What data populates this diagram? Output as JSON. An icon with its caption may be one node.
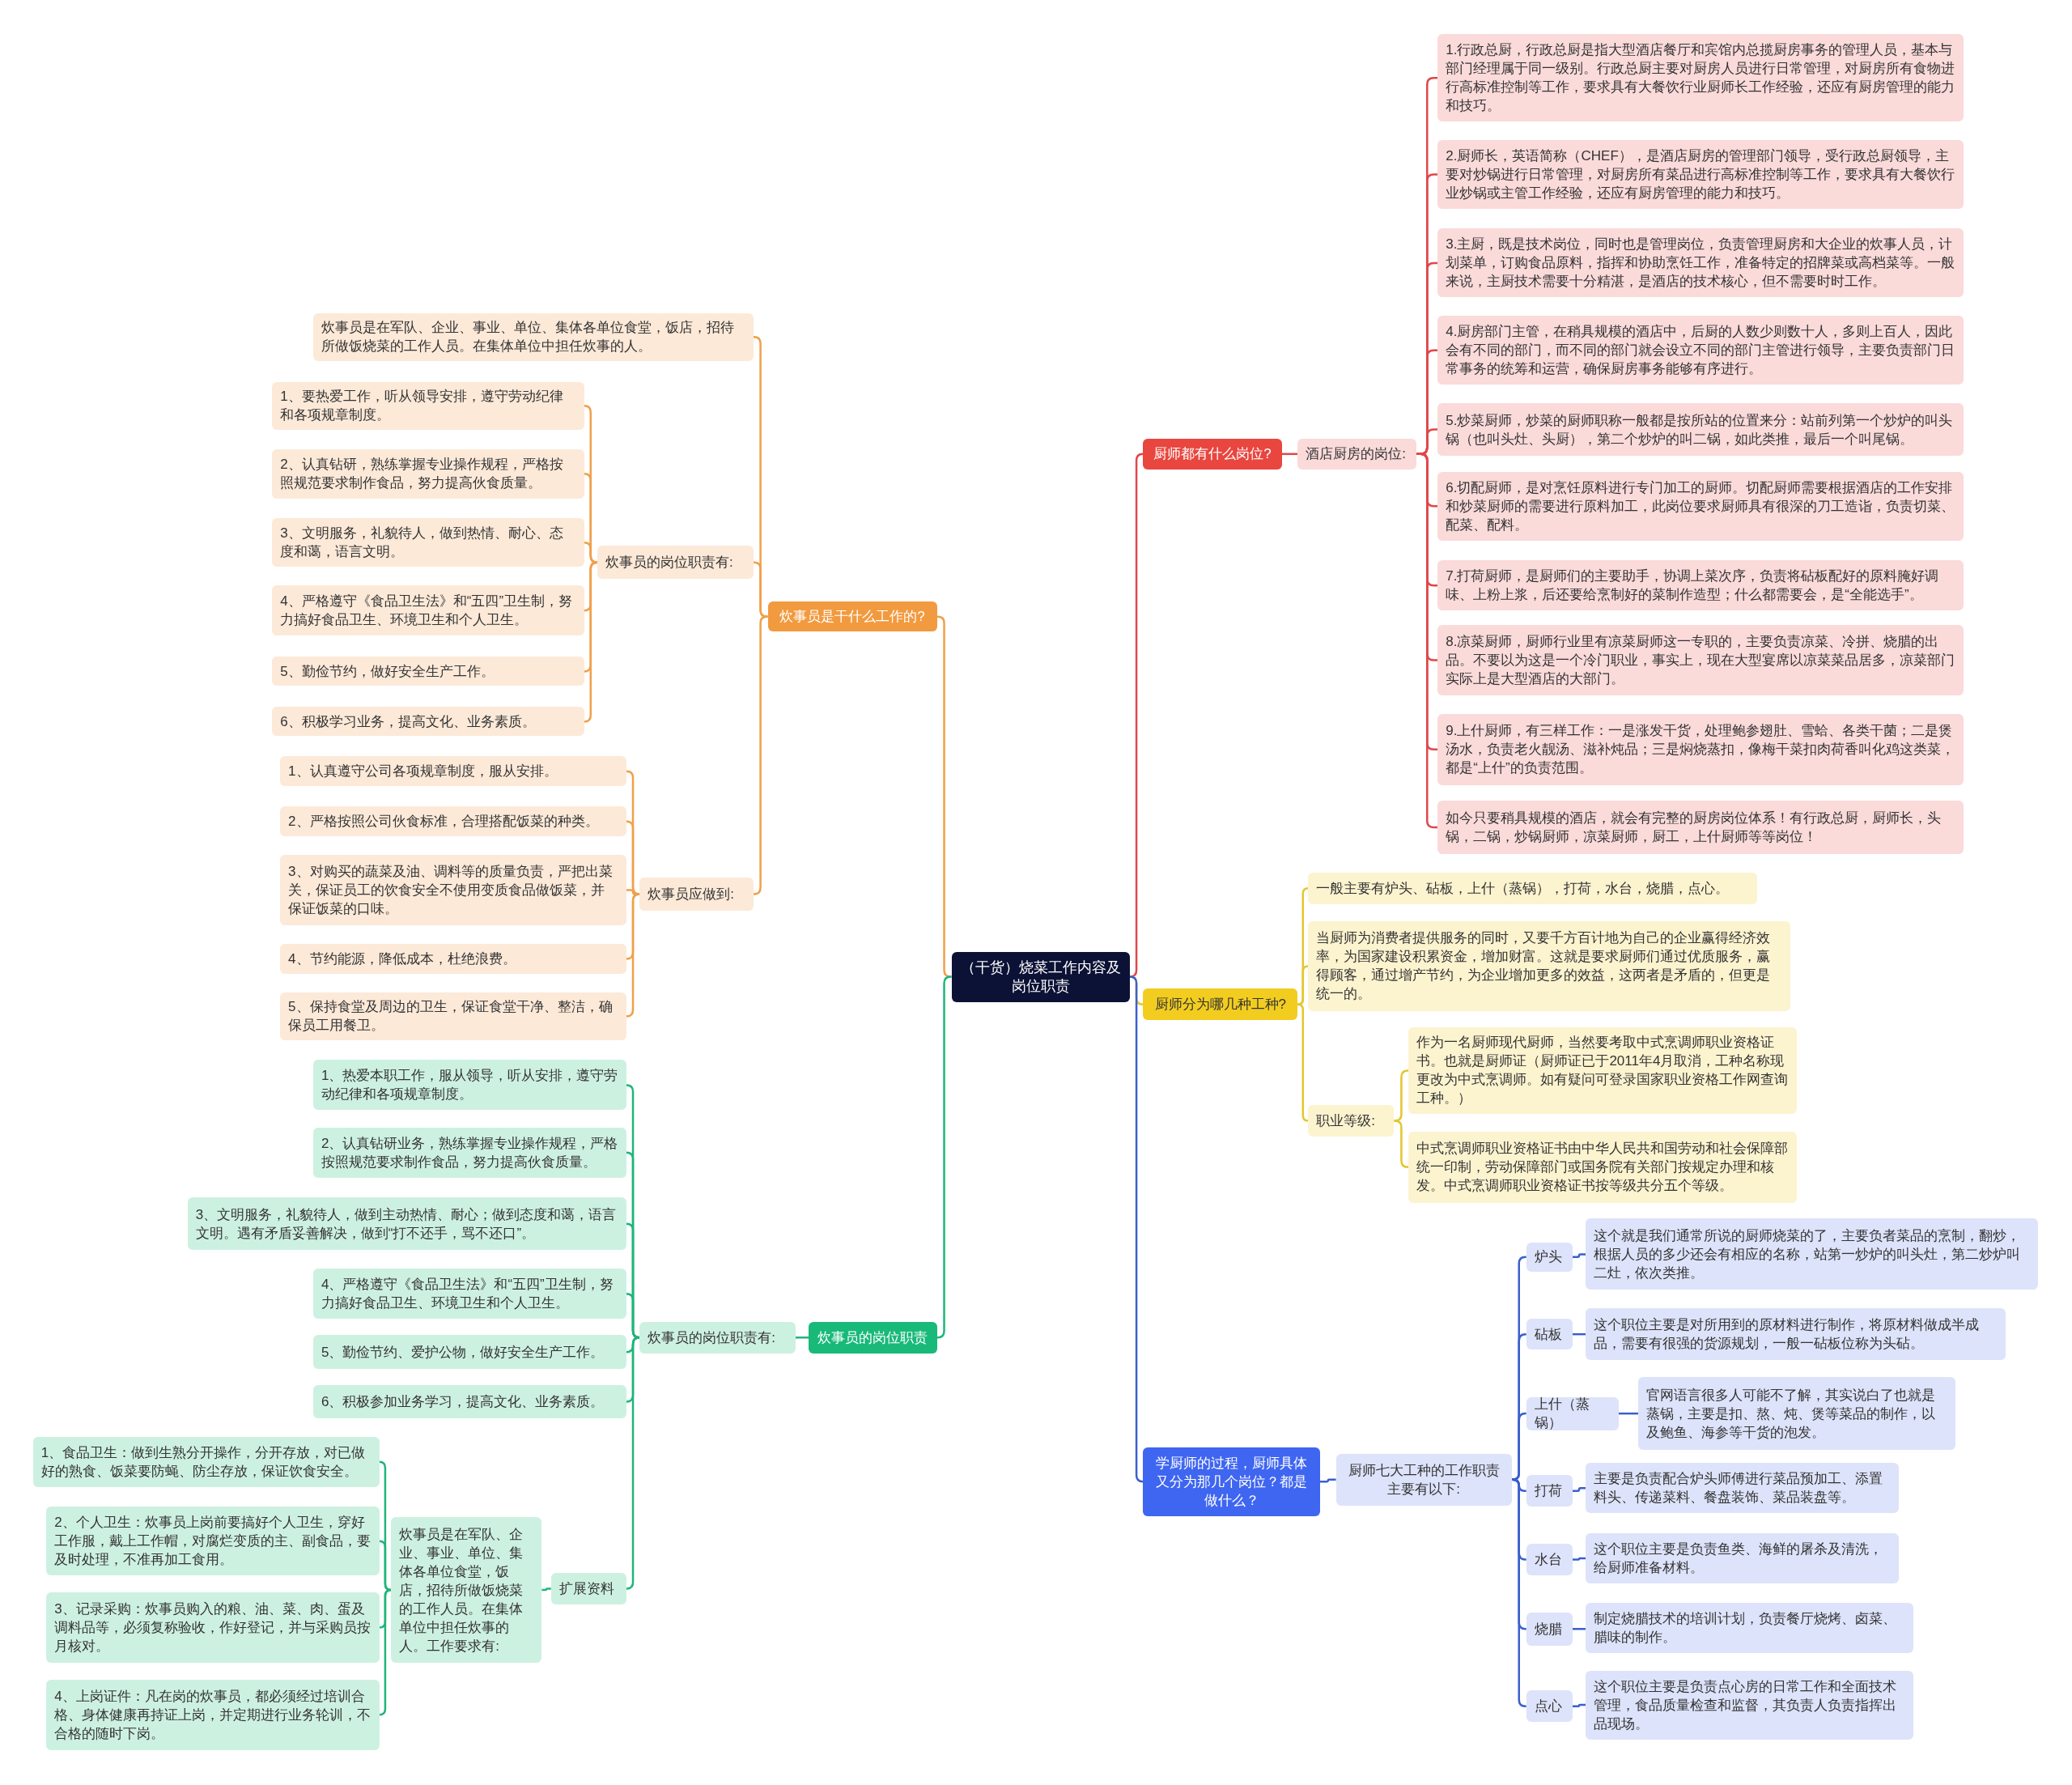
{
  "diagram": {
    "nodes": [
      {
        "text": [
          "（干货）烧菜工作内容及岗位职责"
        ]
      },
      {
        "text": [
          "炊事员是干什么工作的?"
        ]
      },
      {
        "text": [
          "炊事员是在军队、企业、事业、单位、集体各单位食堂，饭店，招待所做饭烧菜的工作人员。在集体单位中担任炊事的人。"
        ]
      },
      {
        "text": [
          "炊事员的岗位职责有:"
        ]
      },
      {
        "text": [
          "1、要热爱工作，听从领导安排，遵守劳动纪律和各项规章制度。"
        ]
      },
      {
        "text": [
          "2、认真钻研，熟练掌握专业操作规程，严格按照规范要求制作食品，努力提高伙食质量。"
        ]
      },
      {
        "text": [
          "3、文明服务，礼貌待人，做到热情、耐心、态度和蔼，语言文明。"
        ]
      },
      {
        "text": [
          "4、严格遵守《食品卫生法》和“五四”卫生制，努力搞好食品卫生、环境卫生和个人卫生。"
        ]
      },
      {
        "text": [
          "5、勤俭节约，做好安全生产工作。"
        ]
      },
      {
        "text": [
          "6、积极学习业务，提高文化、业务素质。"
        ]
      },
      {
        "text": [
          "炊事员应做到:"
        ]
      },
      {
        "text": [
          "1、认真遵守公司各项规章制度，服从安排。"
        ]
      },
      {
        "text": [
          "2、严格按照公司伙食标准，合理搭配饭菜的种类。"
        ]
      },
      {
        "text": [
          "3、对购买的蔬菜及油、调料等的质量负责，严把出菜关，保证员工的饮食安全不使用变质食品做饭菜，并保证饭菜的口味。"
        ]
      },
      {
        "text": [
          "4、节约能源，降低成本，杜绝浪费。"
        ]
      },
      {
        "text": [
          "5、保持食堂及周边的卫生，保证食堂干净、整洁，确保员工用餐卫。"
        ]
      },
      {
        "text": [
          "炊事员的岗位职责"
        ]
      },
      {
        "text": [
          "炊事员的岗位职责有:"
        ]
      },
      {
        "text": [
          "1、热爱本职工作，服从领导，听从安排，遵守劳动纪律和各项规章制度。"
        ]
      },
      {
        "text": [
          "2、认真钻研业务，熟练掌握专业操作规程，严格按照规范要求制作食品，努力提高伙食质量。"
        ]
      },
      {
        "text": [
          "3、文明服务，礼貌待人，做到主动热情、耐心；做到态度和蔼，语言文明。遇有矛盾妥善解决，做到“打不还手，骂不还口”。"
        ]
      },
      {
        "text": [
          "4、严格遵守《食品卫生法》和“五四”卫生制，努力搞好食品卫生、环境卫生和个人卫生。"
        ]
      },
      {
        "text": [
          "5、勤俭节约、爱护公物，做好安全生产工作。"
        ]
      },
      {
        "text": [
          "6、积极参加业务学习，提高文化、业务素质。"
        ]
      },
      {
        "text": [
          "扩展资料"
        ]
      },
      {
        "text": [
          "炊事员是在军队、企业、事业、单位、集体各单位食堂，饭店，招待所做饭烧菜的工作人员。在集体单位中担任炊事的人。工作要求有:"
        ]
      },
      {
        "text": [
          "1、食品卫生：做到生熟分开操作，分开存放，对已做好的熟食、饭菜要防蝇、防尘存放，保证饮食安全。"
        ]
      },
      {
        "text": [
          "2、个人卫生：炊事员上岗前要搞好个人卫生，穿好工作服，戴上工作帽，对腐烂变质的主、副食品，要及时处理，不准再加工食用。"
        ]
      },
      {
        "text": [
          "3、记录采购：炊事员购入的粮、油、菜、肉、蛋及调料品等，必须复称验收，作好登记，并与采购员按月核对。"
        ]
      },
      {
        "text": [
          "4、上岗证件：凡在岗的炊事员，都必须经过培训合格、身体健康再持证上岗，并定期进行业务轮训，不合格的随时下岗。"
        ]
      },
      {
        "text": [
          "厨师都有什么岗位?"
        ]
      },
      {
        "text": [
          "酒店厨房的岗位:"
        ]
      },
      {
        "text": [
          "1.行政总厨，行政总厨是指大型酒店餐厅和宾馆内总揽厨房事务的管理人员，基本与部门经理属于同一级别。行政总厨主要对厨房人员进行日常管理，对厨房所有食物进行高标准控制等工作，要求具有大餐饮行业厨师长工作经验，还应有厨房管理的能力和技巧。"
        ]
      },
      {
        "text": [
          "2.厨师长，英语简称（CHEF），是酒店厨房的管理部门领导，受行政总厨领导，主要对炒锅进行日常管理，对厨房所有菜品进行高标准控制等工作，要求具有大餐饮行业炒锅或主管工作经验，还应有厨房管理的能力和技巧。"
        ]
      },
      {
        "text": [
          "3.主厨，既是技术岗位，同时也是管理岗位，负责管理厨房和大企业的炊事人员，计划菜单，订购食品原料，指挥和协助烹饪工作，准备特定的招牌菜或高档菜等。一般来说，主厨技术需要十分精湛，是酒店的技术核心，但不需要时时工作。"
        ]
      },
      {
        "text": [
          "4.厨房部门主管，在稍具规模的酒店中，后厨的人数少则数十人，多则上百人，因此会有不同的部门，而不同的部门就会设立不同的部门主管进行领导，主要负责部门日常事务的统筹和运营，确保厨房事务能够有序进行。"
        ]
      },
      {
        "text": [
          "5.炒菜厨师，炒菜的厨师职称一般都是按所站的位置来分：站前列第一个炒炉的叫头锅（也叫头灶、头厨），第二个炒炉的叫二锅，如此类推，最后一个叫尾锅。"
        ]
      },
      {
        "text": [
          "6.切配厨师，是对烹饪原料进行专门加工的厨师。切配厨师需要根据酒店的工作安排和炒菜厨师的需要进行原料加工，此岗位要求厨师具有很深的刀工造诣，负责切菜、配菜、配料。"
        ]
      },
      {
        "text": [
          "7.打荷厨师，是厨师们的主要助手，协调上菜次序，负责将砧板配好的原料腌好调味、上粉上浆，后还要给烹制好的菜制作造型；什么都需要会，是“全能选手”。"
        ]
      },
      {
        "text": [
          "8.凉菜厨师，厨师行业里有凉菜厨师这一专职的，主要负责凉菜、冷拼、烧腊的出品。不要以为这是一个冷门职业，事实上，现在大型宴席以凉菜菜品居多，凉菜部门实际上是大型酒店的大部门。"
        ]
      },
      {
        "text": [
          "9.上什厨师，有三样工作：一是涨发干货，处理鲍参翅肚、雪蛤、各类干菌；二是煲汤水，负责老火靓汤、滋补炖品；三是焖烧蒸扣，像梅干菜扣肉荷香叫化鸡这类菜，都是“上什”的负责范围。"
        ]
      },
      {
        "text": [
          "如今只要稍具规模的酒店，就会有完整的厨房岗位体系！有行政总厨，厨师长，头锅，二锅，炒锅厨师，凉菜厨师，厨工，上什厨师等等岗位！"
        ]
      },
      {
        "text": [
          "厨师分为哪几种工种?"
        ]
      },
      {
        "text": [
          "一般主要有炉头、砧板，上什（蒸锅），打荷，水台，烧腊，点心。"
        ]
      },
      {
        "text": [
          "当厨师为消费者提供服务的同时，又要千方百计地为自己的企业赢得经济效率，为国家建设积累资金，增加财富。这就是要求厨师们通过优质服务，赢得顾客，通过增产节约，为企业增加更多的效益，这两者是矛盾的，但更是统一的。"
        ]
      },
      {
        "text": [
          "职业等级:"
        ]
      },
      {
        "text": [
          "作为一名厨师现代厨师，当然要考取中式烹调师职业资格证书。也就是厨师证（厨师证已于2011年4月取消，工种名称现更改为中式烹调师。如有疑问可登录国家职业资格工作网查询工种。）"
        ]
      },
      {
        "text": [
          "中式烹调师职业资格证书由中华人民共和国劳动和社会保障部统一印制，劳动保障部门或国务院有关部门按规定办理和核发。中式烹调师职业资格证书按等级共分五个等级。"
        ]
      },
      {
        "text": [
          "学厨师的过程，厨师具体又分为那几个岗位？都是做什么？"
        ]
      },
      {
        "text": [
          "厨师七大工种的工作职责主要有以下:"
        ]
      },
      {
        "text": [
          "炉头"
        ]
      },
      {
        "text": [
          "这个就是我们通常所说的厨师烧菜的了，主要负者菜品的烹制，翻炒，根据人员的多少还会有相应的名称，站第一炒炉的叫头灶，第二炒炉叫二灶，依次类推。"
        ]
      },
      {
        "text": [
          "砧板"
        ]
      },
      {
        "text": [
          "这个职位主要是对所用到的原材料进行制作，将原材料做成半成品，需要有很强的货源规划，一般一砧板位称为头砧。"
        ]
      },
      {
        "text": [
          "上什（蒸锅）"
        ]
      },
      {
        "text": [
          "官网语言很多人可能不了解，其实说白了也就是蒸锅，主要是扣、熬、炖、煲等菜品的制作，以及鲍鱼、海参等干货的泡发。"
        ]
      },
      {
        "text": [
          "打荷"
        ]
      },
      {
        "text": [
          "主要是负责配合炉头师傅进行菜品预加工、添置料头、传递菜料、餐盘装饰、菜品装盘等。"
        ]
      },
      {
        "text": [
          "水台"
        ]
      },
      {
        "text": [
          "这个职位主要是负责鱼类、海鲜的屠杀及清洗，给厨师准备材料。"
        ]
      },
      {
        "text": [
          "烧腊"
        ]
      },
      {
        "text": [
          "制定烧腊技术的培训计划，负责餐厅烧烤、卤菜、腊味的制作。"
        ]
      },
      {
        "text": [
          "点心"
        ]
      },
      {
        "text": [
          "这个职位主要是负责点心房的日常工作和全面技术管理，食品质量检查和监督，其负责人负责指挥出品现场。"
        ]
      }
    ],
    "edges": [
      {
        "from": 0,
        "to": 1,
        "arrow": "none",
        "color": "#f0a04b"
      },
      {
        "from": 0,
        "to": 16,
        "arrow": "none",
        "color": "#1fb57a"
      },
      {
        "from": 0,
        "to": 30,
        "arrow": "none",
        "color": "#e0474a"
      },
      {
        "from": 0,
        "to": 42,
        "arrow": "none",
        "color": "#e3c62e"
      },
      {
        "from": 0,
        "to": 48,
        "arrow": "none",
        "color": "#3a5fcd"
      },
      {
        "from": 1,
        "to": 2,
        "arrow": "none",
        "color": "#f0a04b"
      },
      {
        "from": 1,
        "to": 3,
        "arrow": "none",
        "color": "#f0a04b"
      },
      {
        "from": 3,
        "to": 4,
        "arrow": "none",
        "color": "#f0a04b"
      },
      {
        "from": 3,
        "to": 5,
        "arrow": "none",
        "color": "#f0a04b"
      },
      {
        "from": 3,
        "to": 6,
        "arrow": "none",
        "color": "#f0a04b"
      },
      {
        "from": 3,
        "to": 7,
        "arrow": "none",
        "color": "#f0a04b"
      },
      {
        "from": 3,
        "to": 8,
        "arrow": "none",
        "color": "#f0a04b"
      },
      {
        "from": 3,
        "to": 9,
        "arrow": "none",
        "color": "#f0a04b"
      },
      {
        "from": 1,
        "to": 10,
        "arrow": "none",
        "color": "#f0a04b"
      },
      {
        "from": 10,
        "to": 11,
        "arrow": "none",
        "color": "#f0a04b"
      },
      {
        "from": 10,
        "to": 12,
        "arrow": "none",
        "color": "#f0a04b"
      },
      {
        "from": 10,
        "to": 13,
        "arrow": "none",
        "color": "#f0a04b"
      },
      {
        "from": 10,
        "to": 14,
        "arrow": "none",
        "color": "#f0a04b"
      },
      {
        "from": 10,
        "to": 15,
        "arrow": "none",
        "color": "#f0a04b"
      },
      {
        "from": 16,
        "to": 17,
        "arrow": "none",
        "color": "#1fb57a"
      },
      {
        "from": 17,
        "to": 18,
        "arrow": "none",
        "color": "#1fb57a"
      },
      {
        "from": 17,
        "to": 19,
        "arrow": "none",
        "color": "#1fb57a"
      },
      {
        "from": 17,
        "to": 20,
        "arrow": "none",
        "color": "#1fb57a"
      },
      {
        "from": 17,
        "to": 21,
        "arrow": "none",
        "color": "#1fb57a"
      },
      {
        "from": 17,
        "to": 22,
        "arrow": "none",
        "color": "#1fb57a"
      },
      {
        "from": 17,
        "to": 23,
        "arrow": "none",
        "color": "#1fb57a"
      },
      {
        "from": 17,
        "to": 24,
        "arrow": "none",
        "color": "#1fb57a"
      },
      {
        "from": 24,
        "to": 25,
        "arrow": "none",
        "color": "#1fb57a"
      },
      {
        "from": 25,
        "to": 26,
        "arrow": "none",
        "color": "#1fb57a"
      },
      {
        "from": 25,
        "to": 27,
        "arrow": "none",
        "color": "#1fb57a"
      },
      {
        "from": 25,
        "to": 28,
        "arrow": "none",
        "color": "#1fb57a"
      },
      {
        "from": 25,
        "to": 29,
        "arrow": "none",
        "color": "#1fb57a"
      },
      {
        "from": 30,
        "to": 31,
        "arrow": "none",
        "color": "#e0474a"
      },
      {
        "from": 31,
        "to": 32,
        "arrow": "none",
        "color": "#e0474a"
      },
      {
        "from": 31,
        "to": 33,
        "arrow": "none",
        "color": "#e0474a"
      },
      {
        "from": 31,
        "to": 34,
        "arrow": "none",
        "color": "#e0474a"
      },
      {
        "from": 31,
        "to": 35,
        "arrow": "none",
        "color": "#e0474a"
      },
      {
        "from": 31,
        "to": 36,
        "arrow": "none",
        "color": "#e0474a"
      },
      {
        "from": 31,
        "to": 37,
        "arrow": "none",
        "color": "#e0474a"
      },
      {
        "from": 31,
        "to": 38,
        "arrow": "none",
        "color": "#e0474a"
      },
      {
        "from": 31,
        "to": 39,
        "arrow": "none",
        "color": "#e0474a"
      },
      {
        "from": 31,
        "to": 40,
        "arrow": "none",
        "color": "#e0474a"
      },
      {
        "from": 31,
        "to": 41,
        "arrow": "none",
        "color": "#e0474a"
      },
      {
        "from": 42,
        "to": 43,
        "arrow": "none",
        "color": "#e3c62e"
      },
      {
        "from": 42,
        "to": 44,
        "arrow": "none",
        "color": "#e3c62e"
      },
      {
        "from": 42,
        "to": 45,
        "arrow": "none",
        "color": "#e3c62e"
      },
      {
        "from": 45,
        "to": 46,
        "arrow": "none",
        "color": "#e3c62e"
      },
      {
        "from": 45,
        "to": 47,
        "arrow": "none",
        "color": "#e3c62e"
      },
      {
        "from": 48,
        "to": 49,
        "arrow": "none",
        "color": "#3a5fcd"
      },
      {
        "from": 49,
        "to": 50,
        "arrow": "none",
        "color": "#3a5fcd"
      },
      {
        "from": 50,
        "to": 51,
        "arrow": "none",
        "color": "#3a5fcd"
      },
      {
        "from": 49,
        "to": 52,
        "arrow": "none",
        "color": "#3a5fcd"
      },
      {
        "from": 52,
        "to": 53,
        "arrow": "none",
        "color": "#3a5fcd"
      },
      {
        "from": 49,
        "to": 54,
        "arrow": "none",
        "color": "#3a5fcd"
      },
      {
        "from": 54,
        "to": 55,
        "arrow": "none",
        "color": "#3a5fcd"
      },
      {
        "from": 49,
        "to": 56,
        "arrow": "none",
        "color": "#3a5fcd"
      },
      {
        "from": 56,
        "to": 57,
        "arrow": "none",
        "color": "#3a5fcd"
      },
      {
        "from": 49,
        "to": 58,
        "arrow": "none",
        "color": "#3a5fcd"
      },
      {
        "from": 58,
        "to": 59,
        "arrow": "none",
        "color": "#3a5fcd"
      },
      {
        "from": 49,
        "to": 60,
        "arrow": "none",
        "color": "#3a5fcd"
      },
      {
        "from": 60,
        "to": 61,
        "arrow": "none",
        "color": "#3a5fcd"
      },
      {
        "from": 49,
        "to": 62,
        "arrow": "none",
        "color": "#3a5fcd"
      },
      {
        "from": 62,
        "to": 63,
        "arrow": "none",
        "color": "#3a5fcd"
      }
    ]
  }
}
